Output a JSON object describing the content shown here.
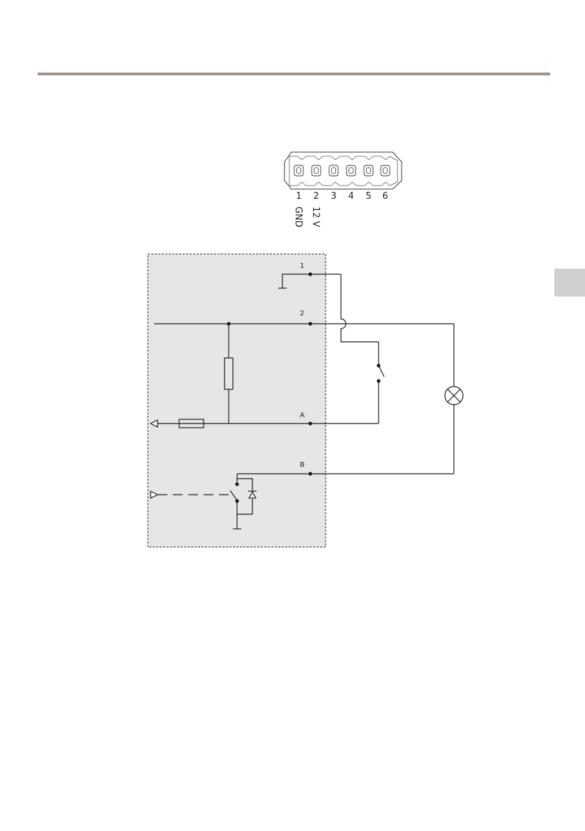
{
  "colors": {
    "rule": "#a38f84",
    "side_tab": "#d0d0d0",
    "device_area": "#e6e6e6",
    "wire": "#1a1a1a"
  },
  "connector": {
    "pin_numbers": [
      "1",
      "2",
      "3",
      "4",
      "5",
      "6"
    ],
    "pin_labels": [
      "GND",
      "12 V"
    ]
  },
  "schematic": {
    "node_labels": {
      "pin1": "1",
      "pin2": "2",
      "pin_a": "A",
      "pin_b": "B"
    },
    "symbols": [
      "ground-icon",
      "resistor-icon",
      "switch-icon",
      "lamp-icon",
      "relay-switch-icon",
      "diode-icon",
      "input-arrow-icon",
      "output-arrow-icon"
    ]
  }
}
